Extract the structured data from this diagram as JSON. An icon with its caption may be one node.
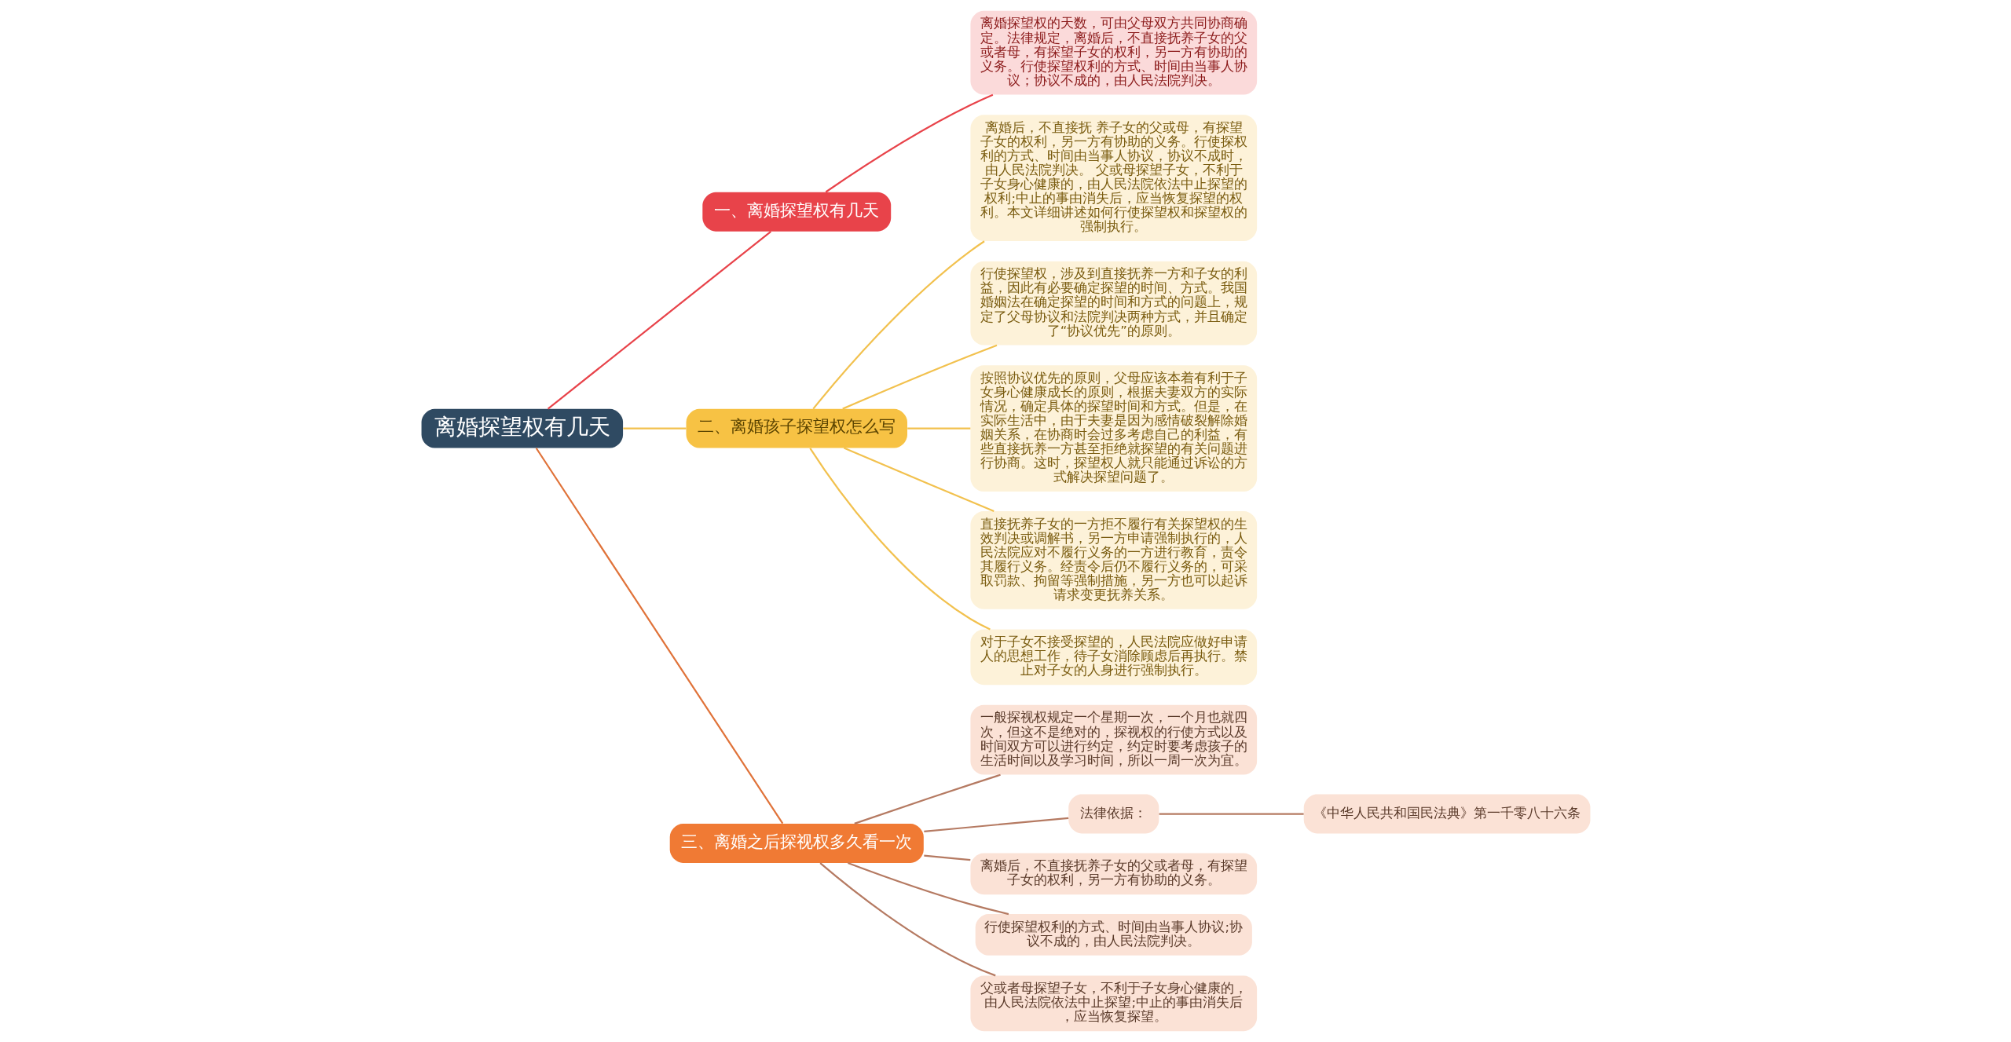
{
  "diagram": {
    "nodes": [
      {
        "text": [
          "离婚探望权有几天"
        ]
      },
      {
        "text": [
          "一、离婚探望权有几天"
        ]
      },
      {
        "text": [
          "离婚探望权的天数，可由父母双方共同协商确定。法律规定，离婚后，不直接抚养子女的父或者母，有探望子女的权利，另一方有协助的义务。行使探望权利的方式、时间由当事人协议；协议不成的，由人民法院判决。"
        ]
      },
      {
        "text": [
          "二、离婚孩子探望权怎么写"
        ]
      },
      {
        "text": [
          "离婚后，不直接抚 养子女的父或母，有探望子女的权利，另一方有协助的义务。行使探权利的方式、时间由当事人协议，协议不成时，由人民法院判决。 父或母探望子女，不利于子女身心健康的，由人民法院依法中止探望的权利;中止的事由消失后，应当恢复探望的权利。本文详细讲述如何行使探望权和探望权的强制执行。"
        ]
      },
      {
        "text": [
          "行使探望权，涉及到直接抚养一方和子女的利益，因此有必要确定探望的时间、方式。我国婚姻法在确定探望的时间和方式的问题上，规定了父母协议和法院判决两种方式，并且确定了“协议优先”的原则。"
        ]
      },
      {
        "text": [
          "按照协议优先的原则，父母应该本着有利于子女身心健康成长的原则，根据夫妻双方的实际情况，确定具体的探望时间和方式。但是，在实际生活中，由于夫妻是因为感情破裂解除婚姻关系，在协商时会过多考虑自己的利益，有些直接抚养一方甚至拒绝就探望的有关问题进行协商。这时，探望权人就只能通过诉讼的方式解决探望问题了。"
        ]
      },
      {
        "text": [
          "直接抚养子女的一方拒不履行有关探望权的生效判决或调解书，另一方申请强制执行的，人民法院应对不履行义务的一方进行教育，责令其履行义务。经责令后仍不履行义务的，可采取罚款、拘留等强制措施，另一方也可以起诉请求变更抚养关系。"
        ]
      },
      {
        "text": [
          "对于子女不接受探望的，人民法院应做好申请人的思想工作，待子女消除顾虑后再执行。禁止对子女的人身进行强制执行。"
        ]
      },
      {
        "text": [
          "三、离婚之后探视权多久看一次"
        ]
      },
      {
        "text": [
          "一般探视权规定一个星期一次，一个月也就四次，但这不是绝对的，探视权的行使方式以及时间双方可以进行约定，约定时要考虑孩子的生活时间以及学习时间，所以一周一次为宜。"
        ]
      },
      {
        "text": [
          "法律依据："
        ]
      },
      {
        "text": [
          "《中华人民共和国民法典》第一千零八十六条"
        ]
      },
      {
        "text": [
          "离婚后，不直接抚养子女的父或者母，有探望子女的权利，另一方有协助的义务。"
        ]
      },
      {
        "text": [
          "行使探望权利的方式、时间由当事人协议;协议不成的，由人民法院判决。"
        ]
      },
      {
        "text": [
          "父或者母探望子女，不利于子女身心健康的，由人民法院依法中止探望;中止的事由消失后，应当恢复探望。"
        ]
      }
    ],
    "edges": [
      {
        "from": 0,
        "to": 1,
        "arrow": "none",
        "color": "#e8434a"
      },
      {
        "from": 1,
        "to": 2,
        "arrow": "none",
        "color": "#e8434a"
      },
      {
        "from": 0,
        "to": 3,
        "arrow": "none",
        "color": "#f2c14e"
      },
      {
        "from": 3,
        "to": 4,
        "arrow": "none",
        "color": "#f2c14e"
      },
      {
        "from": 3,
        "to": 5,
        "arrow": "none",
        "color": "#f2c14e"
      },
      {
        "from": 3,
        "to": 6,
        "arrow": "none",
        "color": "#f2c14e"
      },
      {
        "from": 3,
        "to": 7,
        "arrow": "none",
        "color": "#f2c14e"
      },
      {
        "from": 3,
        "to": 8,
        "arrow": "none",
        "color": "#f2c14e"
      },
      {
        "from": 0,
        "to": 9,
        "arrow": "none",
        "color": "#e0733a"
      },
      {
        "from": 9,
        "to": 10,
        "arrow": "none",
        "color": "#b57a62"
      },
      {
        "from": 9,
        "to": 11,
        "arrow": "none",
        "color": "#b57a62"
      },
      {
        "from": 11,
        "to": 12,
        "arrow": "none",
        "color": "#b57a62"
      },
      {
        "from": 9,
        "to": 13,
        "arrow": "none",
        "color": "#b57a62"
      },
      {
        "from": 9,
        "to": 14,
        "arrow": "none",
        "color": "#b57a62"
      },
      {
        "from": 9,
        "to": 15,
        "arrow": "none",
        "color": "#b57a62"
      }
    ]
  }
}
